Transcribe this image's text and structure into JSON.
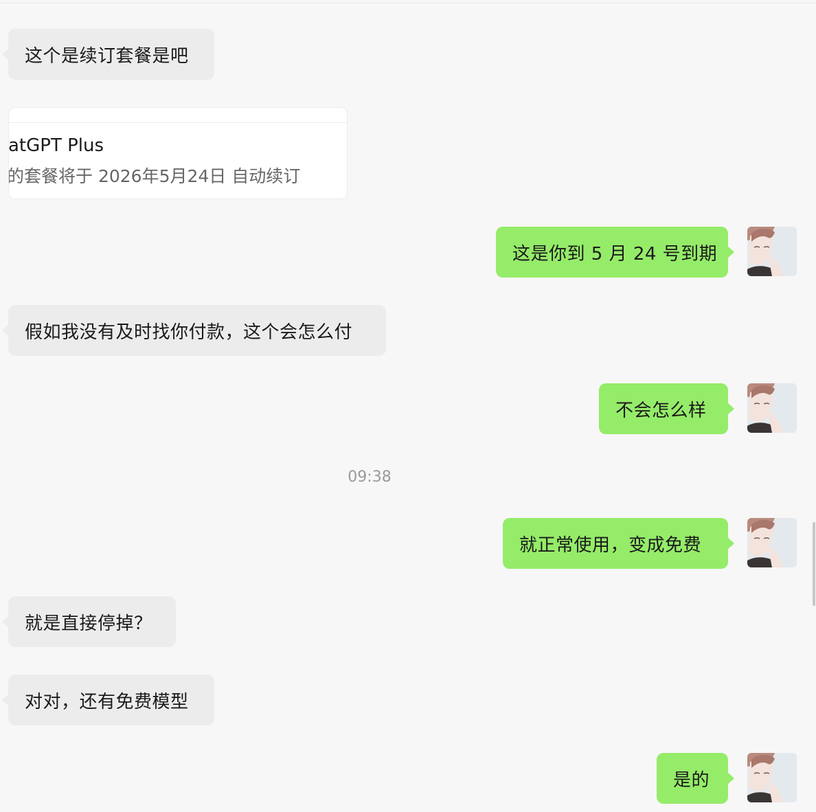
{
  "messages": [
    {
      "side": "in",
      "text": "这个是续订套餐是吧"
    },
    {
      "side": "in",
      "type": "card",
      "title": "atGPT Plus",
      "subtitle": "的套餐将于 2026年5月24日 自动续订"
    },
    {
      "side": "out",
      "text": "这是你到 5 月 24 号到期"
    },
    {
      "side": "in",
      "text": "假如我没有及时找你付款，这个会怎么付"
    },
    {
      "side": "out",
      "text": "不会怎么样"
    },
    {
      "type": "timestamp",
      "text": "09:38"
    },
    {
      "side": "out",
      "text": "就正常使用，变成免费"
    },
    {
      "side": "in",
      "text": "就是直接停掉？"
    },
    {
      "side": "in",
      "text": "对对，还有免费模型"
    },
    {
      "side": "out",
      "text": "是的"
    }
  ],
  "colors": {
    "background": "#f7f7f7",
    "incoming_bubble": "#ececec",
    "outgoing_bubble": "#95ec69",
    "timestamp_text": "#9a9a9a"
  },
  "icons": {
    "avatar": "user-avatar-illustration"
  }
}
